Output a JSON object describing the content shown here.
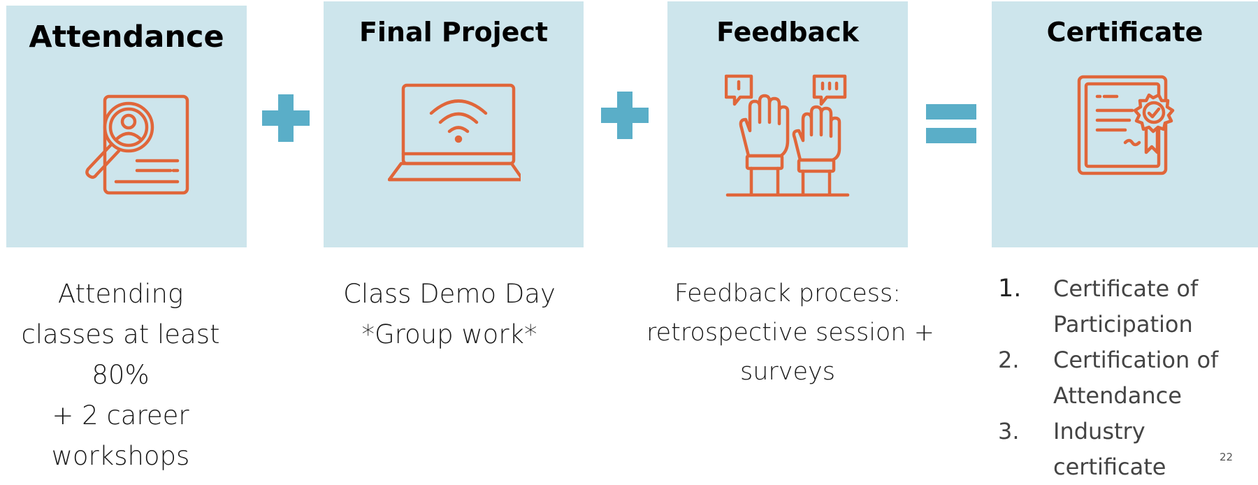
{
  "colors": {
    "box_bg": "#cde5ec",
    "icon": "#e0663a",
    "operator": "#5aaec8"
  },
  "cards": [
    {
      "title": "Attendance",
      "icon": "magnifier-profile-document-icon"
    },
    {
      "title": "Final Project",
      "icon": "laptop-wifi-icon"
    },
    {
      "title": "Feedback",
      "icon": "raised-hands-speech-bubbles-icon"
    },
    {
      "title": "Certificate",
      "icon": "certificate-badge-icon"
    }
  ],
  "operators": [
    "+",
    "+",
    "="
  ],
  "attendance_desc": [
    "Attending",
    "classes at least",
    "80%",
    "+ 2 career",
    "workshops"
  ],
  "final_project_desc": [
    "Class Demo Day",
    "*Group work*"
  ],
  "feedback_desc": [
    "Feedback process:",
    "retrospective session +",
    "surveys"
  ],
  "certificate_list": [
    {
      "num": "1.",
      "lines": [
        "Certificate of",
        "Participation"
      ]
    },
    {
      "num": "2.",
      "lines": [
        "Certification of",
        "Attendance"
      ]
    },
    {
      "num": "3.",
      "lines": [
        "Industry certificate"
      ]
    }
  ],
  "page_number": "22"
}
